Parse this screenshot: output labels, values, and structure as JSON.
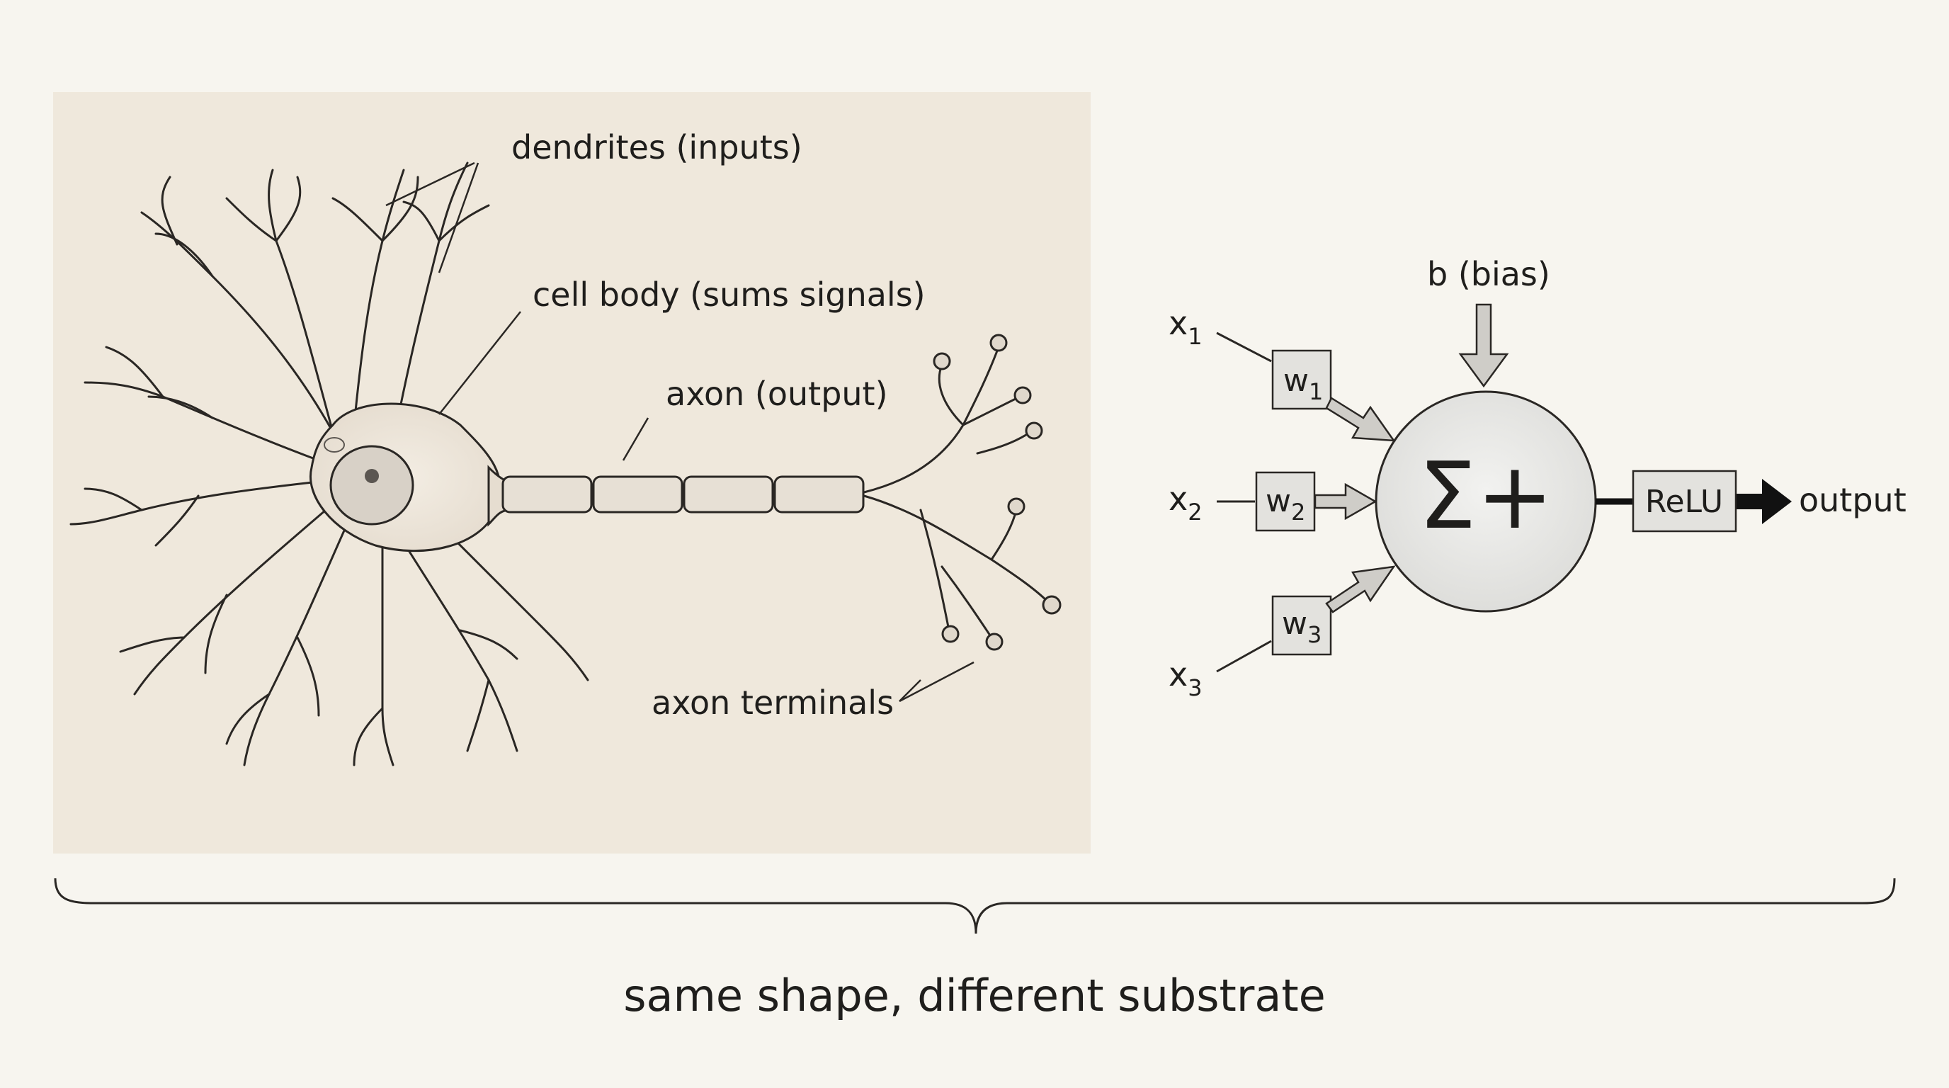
{
  "neuron": {
    "labels": {
      "dendrites": "dendrites (inputs)",
      "cell_body": "cell body (sums signals)",
      "axon": "axon (output)",
      "terminals": "axon terminals"
    }
  },
  "perceptron": {
    "bias_label": "b (bias)",
    "inputs": [
      {
        "var": "x",
        "sub": "1"
      },
      {
        "var": "x",
        "sub": "2"
      },
      {
        "var": "x",
        "sub": "3"
      }
    ],
    "weights": [
      {
        "var": "w",
        "sub": "1"
      },
      {
        "var": "w",
        "sub": "2"
      },
      {
        "var": "w",
        "sub": "3"
      }
    ],
    "node_symbol": "Σ+",
    "activation": "ReLU",
    "output_label": "output"
  },
  "caption": "same shape, different substrate",
  "colors": {
    "background": "#f7f5ef",
    "panel": "#efe8dc",
    "ink": "#1f1e1c",
    "box_fill": "#e3e2de",
    "arrow_fill": "#cfcdc8"
  }
}
